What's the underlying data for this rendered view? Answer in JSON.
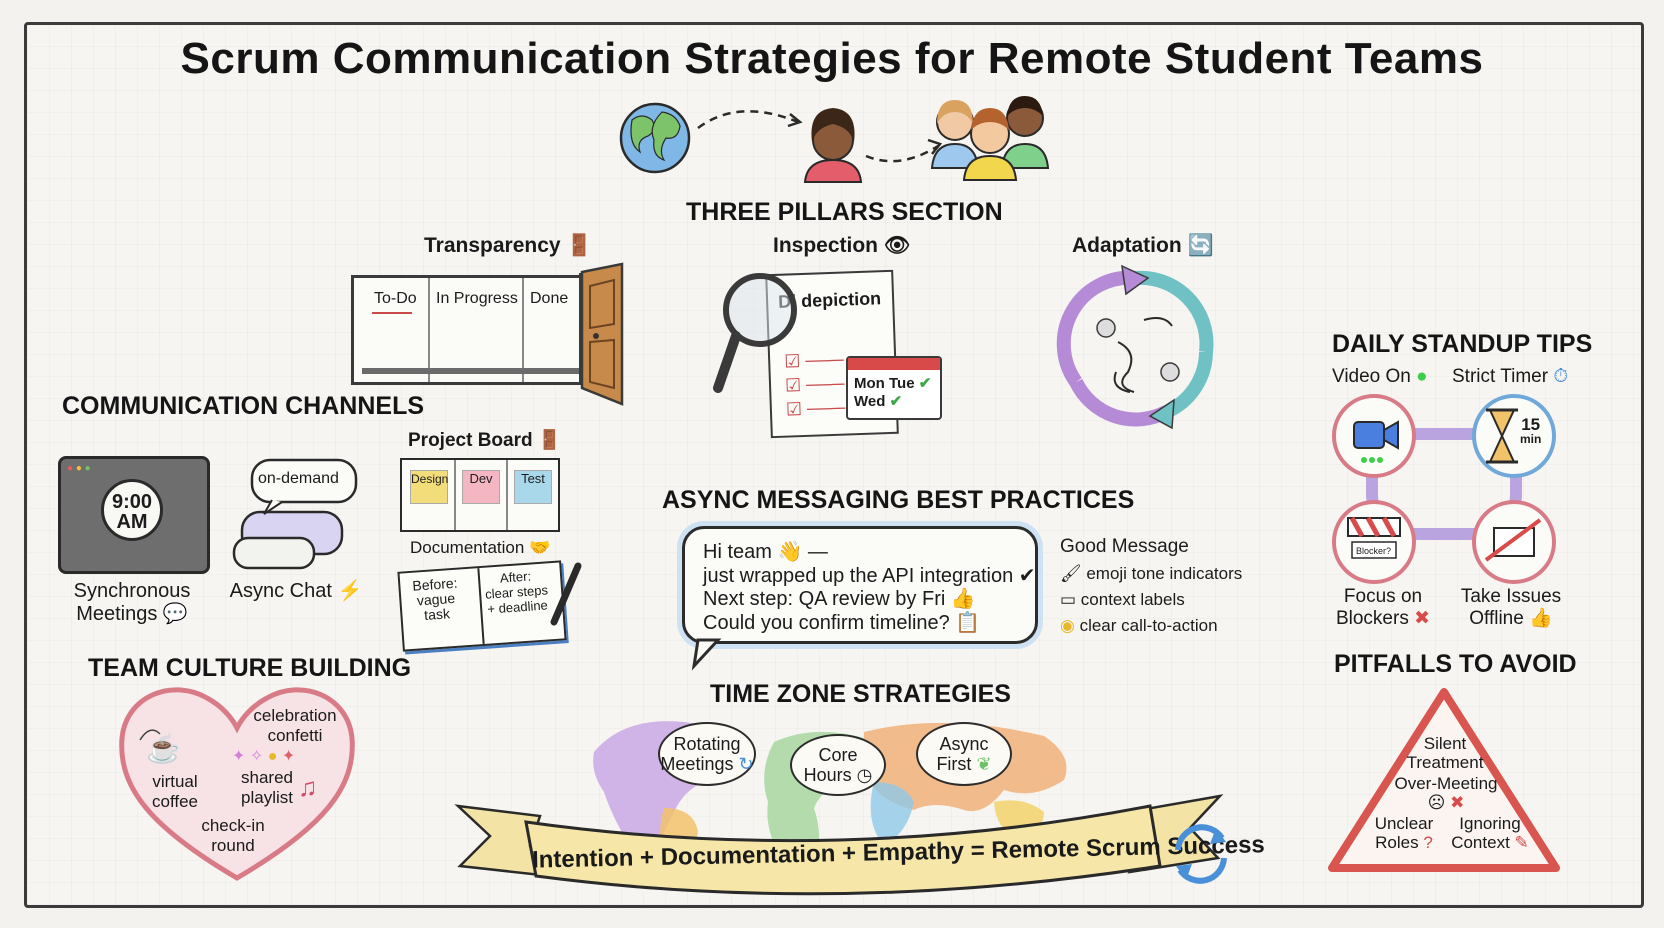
{
  "title": "Scrum Communication Strategies for Remote Student Teams",
  "pillars": {
    "header": "THREE PILLARS SECTION",
    "transparency": {
      "label": "Transparency",
      "columns": [
        "To-Do",
        "In Progress",
        "Done"
      ]
    },
    "inspection": {
      "label": "Inspection",
      "doc_text": "Dl depiction",
      "calendar_days": [
        "Mon",
        "Tue",
        "Wed"
      ]
    },
    "adaptation": {
      "label": "Adaptation"
    }
  },
  "channels": {
    "header": "COMMUNICATION CHANNELS",
    "clock_time": "9:00",
    "clock_ampm": "AM",
    "sync_label_1": "Synchronous",
    "sync_label_2": "Meetings",
    "chat_bubble": "on-demand",
    "async_chat": "Async Chat",
    "project_board": {
      "label": "Project Board",
      "notes": [
        "Design",
        "Dev",
        "Test"
      ]
    },
    "documentation": {
      "label": "Documentation",
      "before": [
        "Before:",
        "vague",
        "task"
      ],
      "after": [
        "After:",
        "clear steps",
        "+ deadline"
      ]
    }
  },
  "culture": {
    "header": "TEAM CULTURE BUILDING",
    "items": {
      "celebration_1": "celebration",
      "celebration_2": "confetti",
      "virtual_1": "virtual",
      "virtual_2": "coffee",
      "playlist_1": "shared",
      "playlist_2": "playlist",
      "checkin_1": "check-in",
      "checkin_2": "round"
    }
  },
  "async": {
    "header": "ASYNC MESSAGING BEST PRACTICES",
    "message_lines": [
      "Hi team 👋 —",
      "just wrapped up the API integration ✔",
      "Next step: QA review by Fri 👍",
      "Could you confirm timeline? 📋"
    ],
    "good_message": {
      "title": "Good Message",
      "items": [
        "emoji tone indicators",
        "context labels",
        "clear call-to-action"
      ]
    }
  },
  "timezone": {
    "header": "TIME ZONE STRATEGIES",
    "bubbles": [
      {
        "line1": "Rotating",
        "line2": "Meetings"
      },
      {
        "line1": "Core",
        "line2": "Hours"
      },
      {
        "line1": "Async",
        "line2": "First"
      }
    ]
  },
  "banner": "Intention + Documentation + Empathy = Remote Scrum Success",
  "standup": {
    "header": "DAILY STANDUP TIPS",
    "video_on": "Video On",
    "strict_timer": "Strict Timer",
    "timer_value": "15",
    "timer_unit": "min",
    "blocker_sign": "Blocker?",
    "focus_1": "Focus on",
    "focus_2": "Blockers",
    "offline_1": "Take Issues",
    "offline_2": "Offline"
  },
  "pitfalls": {
    "header": "PITFALLS TO AVOID",
    "silent_1": "Silent",
    "silent_2": "Treatment",
    "over": "Over-Meeting",
    "unclear_1": "Unclear",
    "unclear_2": "Roles",
    "ignoring_1": "Ignoring",
    "ignoring_2": "Context"
  },
  "colors": {
    "purple": "#b58ad6",
    "teal": "#6fc1c4",
    "red": "#c94a4a",
    "yellow": "#f3dc7a",
    "blue_sticky": "#a8d8ea",
    "pink_sticky": "#f4b6c2",
    "banner": "#f3e4a6"
  }
}
